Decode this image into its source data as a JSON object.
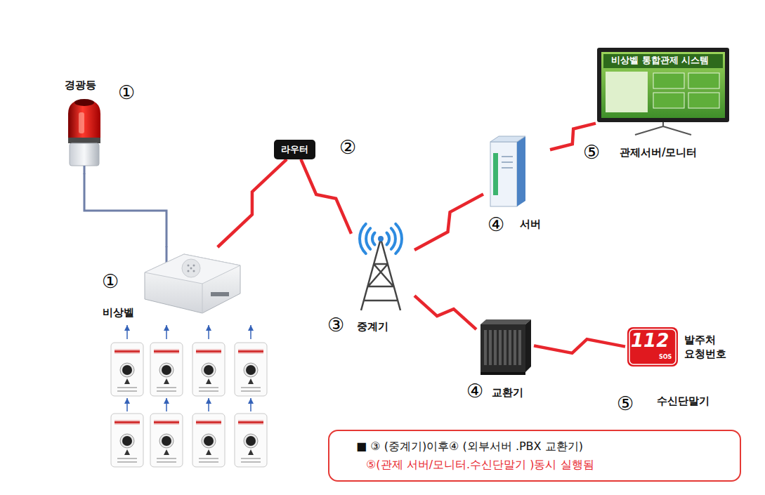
{
  "diagram": {
    "nodes": [
      {
        "text": [
          "경광등"
        ]
      },
      {
        "text": [
          "비상벨"
        ]
      },
      {
        "text": [
          "라우터"
        ]
      },
      {
        "text": [
          "중계기"
        ]
      },
      {
        "text": [
          "서버"
        ]
      },
      {
        "text": [
          "비상벨 통합관제 시스템",
          "관제서버/모니터"
        ]
      },
      {
        "text": [
          "교환기"
        ]
      },
      {
        "text": [
          "112",
          "SOS",
          "발주처 요청번호",
          "수신단말기"
        ]
      },
      {
        "text": [
          "■ ③ (중계기)이후④ (외부서버 .PBX 교환기)",
          "⑤(관제 서버/모니터.수신단말기 )동시 실행됨"
        ]
      }
    ],
    "edges": [
      {
        "from": 0,
        "to": 1,
        "arrow": "none"
      },
      {
        "from": 1,
        "to": 2,
        "arrow": "none"
      },
      {
        "from": 2,
        "to": 3,
        "arrow": "none"
      },
      {
        "from": 3,
        "to": 4,
        "arrow": "none"
      },
      {
        "from": 4,
        "to": 5,
        "arrow": "none"
      },
      {
        "from": 3,
        "to": 6,
        "arrow": "none"
      },
      {
        "from": 6,
        "to": 7,
        "arrow": "none"
      }
    ],
    "labels": [
      "①",
      "②",
      "⑤",
      "④",
      "①",
      "③",
      "④",
      "⑤"
    ]
  }
}
